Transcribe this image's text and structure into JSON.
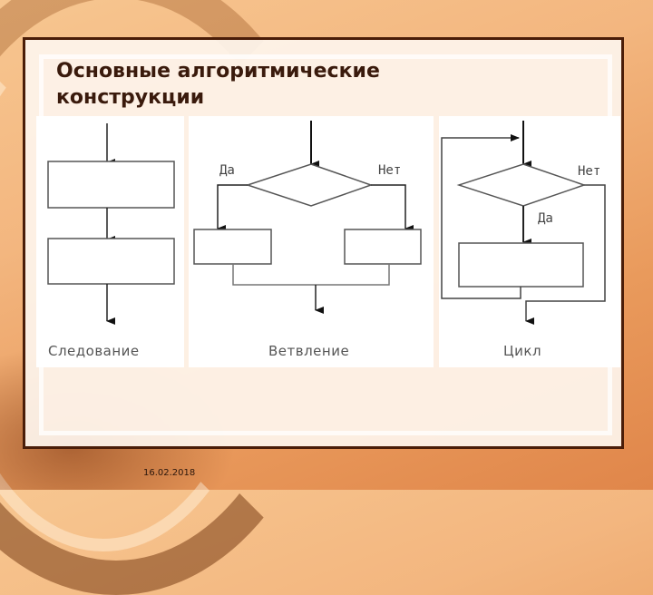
{
  "slide": {
    "title": "Основные алгоритмические конструкции",
    "date": "16.02.2018",
    "colors": {
      "frame_border": "#4a1d08",
      "title_text": "#3a1a0c",
      "background": "#f3b67f"
    }
  },
  "diagrams": [
    {
      "name": "sequence",
      "caption": "Следование",
      "blocks": 2
    },
    {
      "name": "branching",
      "caption": "Ветвление",
      "yes_label": "Да",
      "no_label": "Нет"
    },
    {
      "name": "loop",
      "caption": "Цикл",
      "yes_label": "Да",
      "no_label": "Нет"
    }
  ]
}
